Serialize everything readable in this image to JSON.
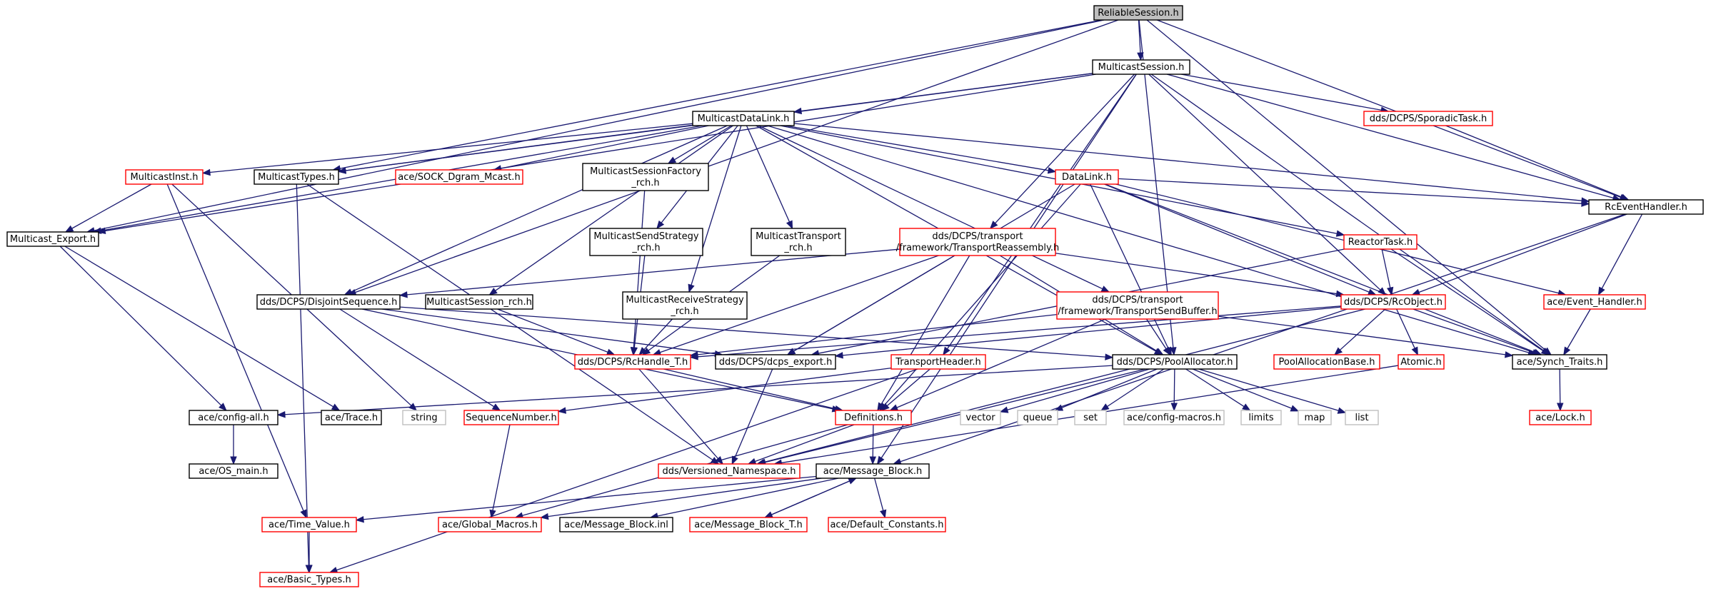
{
  "colors": {
    "edge": "#191970",
    "border_red": "#ff0000",
    "border_black": "#000000",
    "border_gray": "#bfbfbf",
    "root_fill": "#bfbfbf",
    "text": "#000000"
  },
  "nodes": [
    {
      "id": "reliable_session",
      "style": "root",
      "lines": [
        "ReliableSession.h"
      ]
    },
    {
      "id": "multicast_session",
      "style": "black",
      "lines": [
        "MulticastSession.h"
      ]
    },
    {
      "id": "multicast_datalink",
      "style": "black",
      "lines": [
        "MulticastDataLink.h"
      ]
    },
    {
      "id": "sporadic_task",
      "style": "red",
      "lines": [
        "dds/DCPS/SporadicTask.h"
      ]
    },
    {
      "id": "multicast_inst",
      "style": "red",
      "lines": [
        "MulticastInst.h"
      ]
    },
    {
      "id": "multicast_types",
      "style": "black",
      "lines": [
        "MulticastTypes.h"
      ]
    },
    {
      "id": "sock_dgram_mcast",
      "style": "red",
      "lines": [
        "ace/SOCK_Dgram_Mcast.h"
      ]
    },
    {
      "id": "session_factory_rch",
      "style": "black",
      "lines": [
        "MulticastSessionFactory",
        "_rch.h"
      ]
    },
    {
      "id": "datalink",
      "style": "red",
      "lines": [
        "DataLink.h"
      ]
    },
    {
      "id": "reactor_task",
      "style": "red",
      "lines": [
        "ReactorTask.h"
      ]
    },
    {
      "id": "rc_event_handler",
      "style": "black",
      "lines": [
        "RcEventHandler.h"
      ]
    },
    {
      "id": "multicast_export",
      "style": "black",
      "lines": [
        "Multicast_Export.h"
      ]
    },
    {
      "id": "send_strategy_rch",
      "style": "black",
      "lines": [
        "MulticastSendStrategy",
        "_rch.h"
      ]
    },
    {
      "id": "transport_rch",
      "style": "black",
      "lines": [
        "MulticastTransport",
        "_rch.h"
      ]
    },
    {
      "id": "transport_reassembly",
      "style": "red",
      "lines": [
        "dds/DCPS/transport",
        "/framework/TransportReassembly.h"
      ]
    },
    {
      "id": "disjoint_sequence",
      "style": "black",
      "lines": [
        "dds/DCPS/DisjointSequence.h"
      ]
    },
    {
      "id": "session_rch",
      "style": "black",
      "lines": [
        "MulticastSession_rch.h"
      ]
    },
    {
      "id": "receive_strategy_rch",
      "style": "black",
      "lines": [
        "MulticastReceiveStrategy",
        "_rch.h"
      ]
    },
    {
      "id": "transport_send_buffer",
      "style": "red",
      "lines": [
        "dds/DCPS/transport",
        "/framework/TransportSendBuffer.h"
      ]
    },
    {
      "id": "rc_object",
      "style": "red",
      "lines": [
        "dds/DCPS/RcObject.h"
      ]
    },
    {
      "id": "event_handler",
      "style": "red",
      "lines": [
        "ace/Event_Handler.h"
      ]
    },
    {
      "id": "rc_handle_t",
      "style": "red",
      "lines": [
        "dds/DCPS/RcHandle_T.h"
      ]
    },
    {
      "id": "dcps_export",
      "style": "black",
      "lines": [
        "dds/DCPS/dcps_export.h"
      ]
    },
    {
      "id": "transport_header",
      "style": "red",
      "lines": [
        "TransportHeader.h"
      ]
    },
    {
      "id": "pool_allocator",
      "style": "black",
      "lines": [
        "dds/DCPS/PoolAllocator.h"
      ]
    },
    {
      "id": "pool_allocation_base",
      "style": "red",
      "lines": [
        "PoolAllocationBase.h"
      ]
    },
    {
      "id": "atomic",
      "style": "red",
      "lines": [
        "Atomic.h"
      ]
    },
    {
      "id": "synch_traits",
      "style": "black",
      "lines": [
        "ace/Synch_Traits.h"
      ]
    },
    {
      "id": "config_all",
      "style": "black",
      "lines": [
        "ace/config-all.h"
      ]
    },
    {
      "id": "ace_trace",
      "style": "black",
      "lines": [
        "ace/Trace.h"
      ]
    },
    {
      "id": "string",
      "style": "gray",
      "lines": [
        "string"
      ]
    },
    {
      "id": "sequence_number",
      "style": "red",
      "lines": [
        "SequenceNumber.h"
      ]
    },
    {
      "id": "definitions",
      "style": "red",
      "lines": [
        "Definitions.h"
      ]
    },
    {
      "id": "vector",
      "style": "gray",
      "lines": [
        "vector"
      ]
    },
    {
      "id": "queue",
      "style": "gray",
      "lines": [
        "queue"
      ]
    },
    {
      "id": "set",
      "style": "gray",
      "lines": [
        "set"
      ]
    },
    {
      "id": "config_macros",
      "style": "gray",
      "lines": [
        "ace/config-macros.h"
      ]
    },
    {
      "id": "limits",
      "style": "gray",
      "lines": [
        "limits"
      ]
    },
    {
      "id": "map",
      "style": "gray",
      "lines": [
        "map"
      ]
    },
    {
      "id": "list",
      "style": "gray",
      "lines": [
        "list"
      ]
    },
    {
      "id": "ace_lock",
      "style": "red",
      "lines": [
        "ace/Lock.h"
      ]
    },
    {
      "id": "os_main",
      "style": "black",
      "lines": [
        "ace/OS_main.h"
      ]
    },
    {
      "id": "versioned_namespace",
      "style": "red",
      "lines": [
        "dds/Versioned_Namespace.h"
      ]
    },
    {
      "id": "message_block",
      "style": "black",
      "lines": [
        "ace/Message_Block.h"
      ]
    },
    {
      "id": "time_value",
      "style": "red",
      "lines": [
        "ace/Time_Value.h"
      ]
    },
    {
      "id": "global_macros",
      "style": "red",
      "lines": [
        "ace/Global_Macros.h"
      ]
    },
    {
      "id": "message_block_inl",
      "style": "black",
      "lines": [
        "ace/Message_Block.inl"
      ]
    },
    {
      "id": "message_block_t",
      "style": "red",
      "lines": [
        "ace/Message_Block_T.h"
      ]
    },
    {
      "id": "default_constants",
      "style": "red",
      "lines": [
        "ace/Default_Constants.h"
      ]
    },
    {
      "id": "basic_types",
      "style": "red",
      "lines": [
        "ace/Basic_Types.h"
      ]
    }
  ],
  "edges": [
    [
      "reliable_session",
      "multicast_session"
    ],
    [
      "reliable_session",
      "multicast_types"
    ],
    [
      "reliable_session",
      "multicast_export"
    ],
    [
      "reliable_session",
      "disjoint_sequence"
    ],
    [
      "reliable_session",
      "pool_allocator"
    ],
    [
      "reliable_session",
      "rc_event_handler"
    ],
    [
      "reliable_session",
      "synch_traits"
    ],
    [
      "multicast_session",
      "multicast_datalink"
    ],
    [
      "multicast_session",
      "multicast_types"
    ],
    [
      "multicast_session",
      "multicast_export"
    ],
    [
      "multicast_session",
      "sporadic_task"
    ],
    [
      "multicast_session",
      "rc_event_handler"
    ],
    [
      "multicast_session",
      "transport_reassembly"
    ],
    [
      "multicast_session",
      "transport_header"
    ],
    [
      "multicast_session",
      "rc_object"
    ],
    [
      "multicast_session",
      "synch_traits"
    ],
    [
      "multicast_session",
      "message_block"
    ],
    [
      "multicast_datalink",
      "multicast_inst"
    ],
    [
      "multicast_datalink",
      "multicast_types"
    ],
    [
      "multicast_datalink",
      "sock_dgram_mcast"
    ],
    [
      "multicast_datalink",
      "session_factory_rch"
    ],
    [
      "multicast_datalink",
      "datalink"
    ],
    [
      "multicast_datalink",
      "reactor_task"
    ],
    [
      "multicast_datalink",
      "rc_event_handler"
    ],
    [
      "multicast_datalink",
      "multicast_export"
    ],
    [
      "multicast_datalink",
      "send_strategy_rch"
    ],
    [
      "multicast_datalink",
      "transport_rch"
    ],
    [
      "multicast_datalink",
      "receive_strategy_rch"
    ],
    [
      "multicast_datalink",
      "session_rch"
    ],
    [
      "multicast_datalink",
      "disjoint_sequence"
    ],
    [
      "multicast_datalink",
      "transport_send_buffer"
    ],
    [
      "multicast_datalink",
      "pool_allocator"
    ],
    [
      "multicast_datalink",
      "synch_traits"
    ],
    [
      "sporadic_task",
      "rc_event_handler"
    ],
    [
      "multicast_inst",
      "multicast_export"
    ],
    [
      "multicast_inst",
      "string"
    ],
    [
      "multicast_inst",
      "time_value"
    ],
    [
      "multicast_types",
      "versioned_namespace"
    ],
    [
      "multicast_types",
      "basic_types"
    ],
    [
      "session_factory_rch",
      "rc_handle_t"
    ],
    [
      "send_strategy_rch",
      "rc_handle_t"
    ],
    [
      "transport_rch",
      "rc_handle_t"
    ],
    [
      "receive_strategy_rch",
      "rc_handle_t"
    ],
    [
      "session_rch",
      "rc_handle_t"
    ],
    [
      "datalink",
      "rc_event_handler"
    ],
    [
      "datalink",
      "rc_object"
    ],
    [
      "datalink",
      "dcps_export"
    ],
    [
      "datalink",
      "event_handler"
    ],
    [
      "datalink",
      "synch_traits"
    ],
    [
      "datalink",
      "definitions"
    ],
    [
      "datalink",
      "pool_allocator"
    ],
    [
      "reactor_task",
      "rc_object"
    ],
    [
      "reactor_task",
      "synch_traits"
    ],
    [
      "reactor_task",
      "dcps_export"
    ],
    [
      "rc_event_handler",
      "rc_object"
    ],
    [
      "rc_event_handler",
      "event_handler"
    ],
    [
      "rc_event_handler",
      "message_block"
    ],
    [
      "event_handler",
      "synch_traits"
    ],
    [
      "multicast_export",
      "config_all"
    ],
    [
      "multicast_export",
      "ace_trace"
    ],
    [
      "transport_reassembly",
      "disjoint_sequence"
    ],
    [
      "transport_reassembly",
      "rc_object"
    ],
    [
      "transport_reassembly",
      "dcps_export"
    ],
    [
      "transport_reassembly",
      "definitions"
    ],
    [
      "transport_reassembly",
      "pool_allocator"
    ],
    [
      "transport_reassembly",
      "rc_handle_t"
    ],
    [
      "disjoint_sequence",
      "sequence_number"
    ],
    [
      "disjoint_sequence",
      "definitions"
    ],
    [
      "disjoint_sequence",
      "pool_allocator"
    ],
    [
      "disjoint_sequence",
      "dcps_export"
    ],
    [
      "transport_send_buffer",
      "rc_handle_t"
    ],
    [
      "transport_send_buffer",
      "definitions"
    ],
    [
      "transport_send_buffer",
      "pool_allocator"
    ],
    [
      "transport_send_buffer",
      "synch_traits"
    ],
    [
      "rc_object",
      "rc_handle_t"
    ],
    [
      "rc_object",
      "dcps_export"
    ],
    [
      "rc_object",
      "pool_allocation_base"
    ],
    [
      "rc_object",
      "atomic"
    ],
    [
      "rc_object",
      "synch_traits"
    ],
    [
      "rc_object",
      "versioned_namespace"
    ],
    [
      "rc_handle_t",
      "definitions"
    ],
    [
      "rc_handle_t",
      "versioned_namespace"
    ],
    [
      "dcps_export",
      "versioned_namespace"
    ],
    [
      "transport_header",
      "sequence_number"
    ],
    [
      "transport_header",
      "definitions"
    ],
    [
      "transport_header",
      "basic_types"
    ],
    [
      "pool_allocator",
      "config_all"
    ],
    [
      "pool_allocator",
      "vector"
    ],
    [
      "pool_allocator",
      "queue"
    ],
    [
      "pool_allocator",
      "set"
    ],
    [
      "pool_allocator",
      "config_macros"
    ],
    [
      "pool_allocator",
      "limits"
    ],
    [
      "pool_allocator",
      "map"
    ],
    [
      "pool_allocator",
      "list"
    ],
    [
      "pool_allocator",
      "versioned_namespace"
    ],
    [
      "atomic",
      "versioned_namespace"
    ],
    [
      "synch_traits",
      "ace_lock"
    ],
    [
      "config_all",
      "os_main"
    ],
    [
      "sequence_number",
      "global_macros"
    ],
    [
      "definitions",
      "versioned_namespace"
    ],
    [
      "definitions",
      "message_block"
    ],
    [
      "definitions",
      "global_macros"
    ],
    [
      "message_block",
      "time_value"
    ],
    [
      "message_block",
      "global_macros"
    ],
    [
      "message_block",
      "message_block_inl"
    ],
    [
      "message_block",
      "message_block_t"
    ],
    [
      "message_block",
      "default_constants"
    ],
    [
      "message_block_t",
      "message_block"
    ],
    [
      "time_value",
      "basic_types"
    ]
  ]
}
